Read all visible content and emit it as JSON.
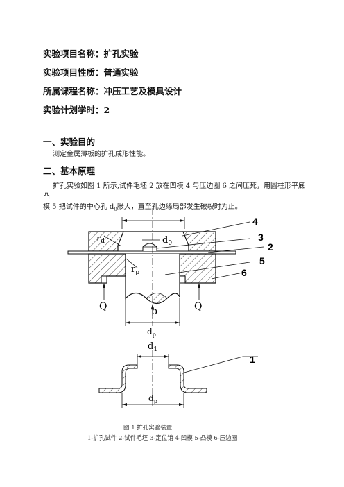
{
  "meta": {
    "name": "实验项目名称：扩孔实验",
    "nature": "实验项目性质：普通实验",
    "course": "所属课程名称：冲压工艺及模具设计",
    "hours": "实验计划学时：2"
  },
  "section1": {
    "title": "一、实验目的",
    "text": "测定金属薄板的扩孔成形性能。"
  },
  "section2": {
    "title": "二、基本原理",
    "text_line1": "扩孔实验如图 1 所示,试件毛坯 2 放在凹模 4 与压边圈 6 之间压死，用圆柱形平底凸",
    "text_line2_a": "模 5 把试件的中心孔 d",
    "text_line2_sub": "0",
    "text_line2_b": "胀大，直至孔边缘局部发生破裂时为止。"
  },
  "figure": {
    "labels": {
      "n4": "4",
      "n3": "3",
      "n2": "2",
      "n5": "5",
      "n6": "6",
      "n1": "1",
      "rd": "r",
      "rd_sub": "d",
      "d0": "d",
      "d0_sub": "0",
      "rp": "r",
      "rp_sub": "p",
      "Q_left": "Q",
      "Q_right": "Q",
      "p": "p",
      "dp": "d",
      "dp_sub": "p",
      "d1": "d",
      "d1_sub": "1",
      "dp2": "d",
      "dp2_sub": "p"
    },
    "caption": "图 1  扩孔实验装置",
    "legend": "1-扩孔试件   2-试件毛坯   3-定位销   4-凹模   5-凸模   6-压边圈"
  }
}
